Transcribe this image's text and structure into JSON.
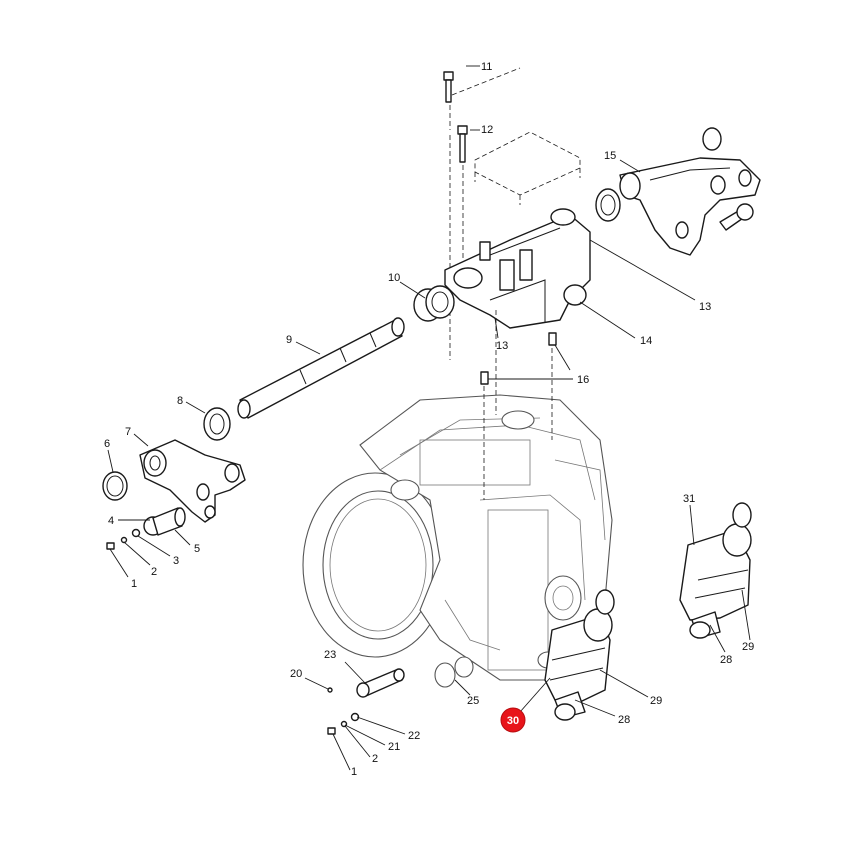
{
  "diagram": {
    "labels": [
      "11",
      "12",
      "15",
      "10",
      "13",
      "13",
      "14",
      "9",
      "16",
      "8",
      "7",
      "6",
      "4",
      "2",
      "3",
      "5",
      "1",
      "31",
      "29",
      "28",
      "23",
      "20",
      "25",
      "29",
      "30",
      "28",
      "22",
      "21",
      "2",
      "1"
    ],
    "highlight": {
      "label": "30",
      "color": "#e8141a"
    },
    "colors": {
      "line": "#1a1a1a",
      "housing": "#555555",
      "background": "#ffffff"
    }
  }
}
